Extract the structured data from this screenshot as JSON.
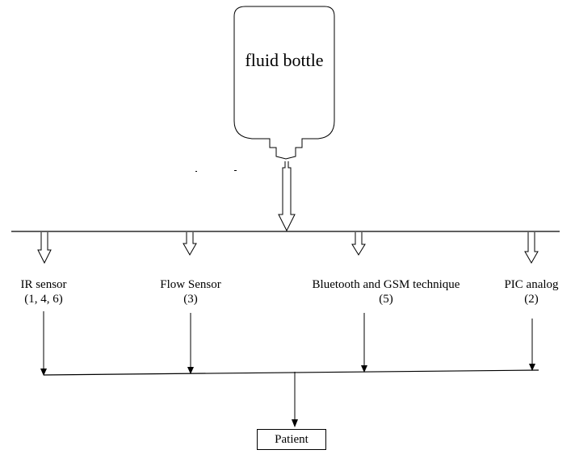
{
  "bottle": {
    "label": "fluid bottle"
  },
  "components": [
    {
      "name": "IR sensor",
      "ref": "(1, 4, 6)"
    },
    {
      "name": "Flow Sensor",
      "ref": "(3)"
    },
    {
      "name": "Bluetooth and GSM technique",
      "ref": "(5)"
    },
    {
      "name": "PIC analog",
      "ref": "(2)"
    }
  ],
  "output": {
    "label": "Patient"
  }
}
